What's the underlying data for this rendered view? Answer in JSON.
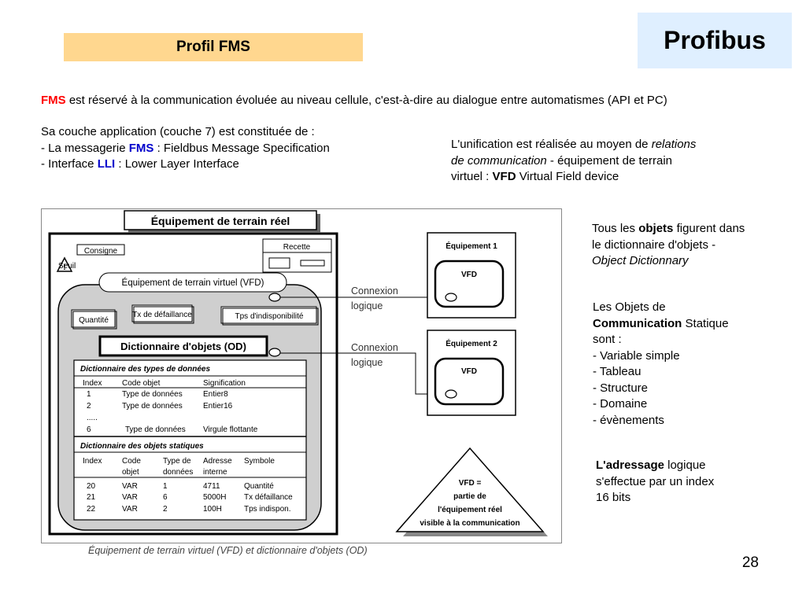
{
  "header": {
    "brand": "Profibus",
    "section_title": "Profil FMS"
  },
  "intro": {
    "fms_term": "FMS",
    "fms_sentence": "est réservé à la communication évoluée au niveau cellule, c'est-à-dire au dialogue entre automatismes (API et PC)"
  },
  "layer7": {
    "heading": "Sa couche application (couche 7) est constituée de :",
    "item1_prefix": "- La messagerie",
    "item1_term": "FMS",
    "item1_rest": ": Fieldbus Message Specification",
    "item2_prefix": "- Interface",
    "item2_term": "LLI",
    "item2_rest": ": Lower Layer Interface"
  },
  "unification": {
    "part1": "L'unification est réalisée au moyen de",
    "italic1": "relations",
    "italic2": "de communication",
    "part2": "- équipement de terrain",
    "part3": "virtuel :",
    "vfd_term": "VFD",
    "vfd_rest": "Virtual Field device"
  },
  "objects_note": {
    "line1_a": "Tous les",
    "line1_b": "objets",
    "line1_c": "figurent dans",
    "line2": "le dictionnaire d'objets -",
    "line3": "Object Dictionnary"
  },
  "static_objects": {
    "line1": "Les Objets de",
    "term": "Communication",
    "term_rest": "Statique",
    "line3": "sont :",
    "items": [
      "- Variable simple",
      "- Tableau",
      "- Structure",
      "- Domaine",
      "- évènements"
    ]
  },
  "addressing": {
    "term": "L'adressage",
    "rest1": "logique",
    "line2": "s'effectue par un index",
    "line3": "16 bits"
  },
  "diagram": {
    "real_equipment": "Équipement de terrain réel",
    "consigne": "Consigne",
    "seuil": "Seuil",
    "recette": "Recette",
    "vfd_title": "Équipement de terrain virtuel (VFD)",
    "quantite": "Quantité",
    "tx_defaillance": "Tx de défaillance",
    "tps_indispo": "Tps d'indisponibilité",
    "od_title": "Dictionnaire d'objets (OD)",
    "types_dict_title": "Dictionnaire des types de données",
    "types_headers": [
      "Index",
      "Code objet",
      "Signification"
    ],
    "types_rows": [
      [
        "1",
        "Type de données",
        "Entier8"
      ],
      [
        "2",
        "Type de données",
        "Entier16"
      ],
      [
        ".....",
        "",
        ""
      ],
      [
        "6",
        "Type de données",
        "Virgule flottante"
      ]
    ],
    "static_dict_title": "Dictionnaire des objets statiques",
    "static_headers": [
      [
        "Index"
      ],
      [
        "Code",
        "objet"
      ],
      [
        "Type de",
        "données"
      ],
      [
        "Adresse",
        "interne"
      ],
      [
        "Symbole"
      ]
    ],
    "static_rows": [
      [
        "20",
        "VAR",
        "1",
        "4711",
        "Quantité"
      ],
      [
        "21",
        "VAR",
        "6",
        "5000H",
        "Tx défaillance"
      ],
      [
        "22",
        "VAR",
        "2",
        "100H",
        "Tps indispon."
      ]
    ],
    "connexion_1": [
      "Connexion",
      "logique"
    ],
    "connexion_2": [
      "Connexion",
      "logique"
    ],
    "equipment_1": "Équipement 1",
    "equipment_2": "Équipement 2",
    "vfd_label": "VFD",
    "triangle_lines": [
      "VFD =",
      "partie de",
      "l'équipement réel",
      "visible à la communication"
    ],
    "caption": "Équipement de terrain virtuel (VFD) et dictionnaire d'objets (OD)"
  },
  "page_number": "28"
}
